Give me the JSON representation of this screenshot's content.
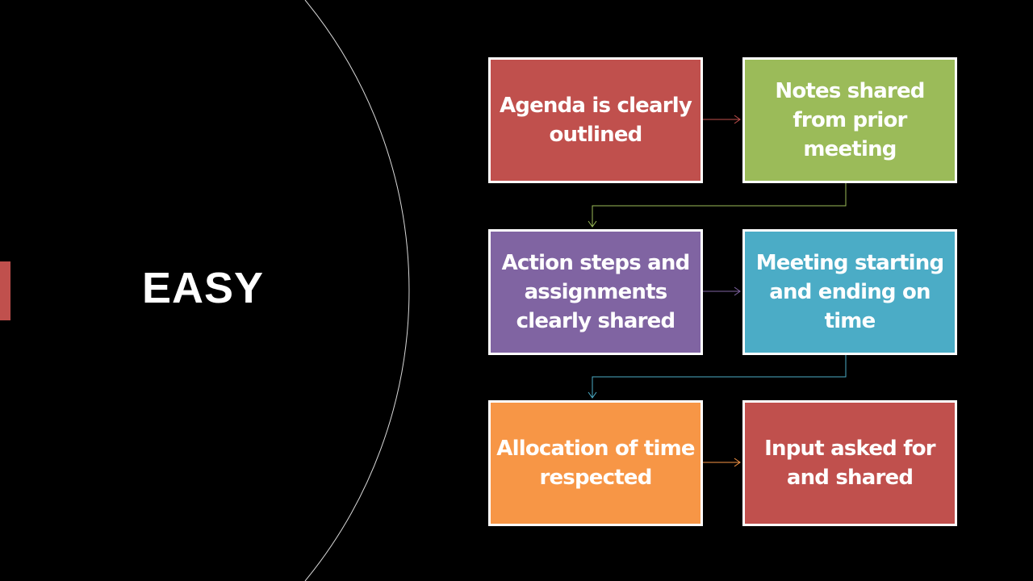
{
  "slide": {
    "title": "EASY"
  },
  "colors": {
    "red": "#c0504d",
    "green": "#9bbb59",
    "purple": "#8064a2",
    "teal": "#4bacc6",
    "orange": "#f79646"
  },
  "steps": [
    {
      "label": "Agenda is clearly outlined",
      "color": "#c0504d"
    },
    {
      "label": "Notes shared from prior meeting",
      "color": "#9bbb59"
    },
    {
      "label": "Action steps and assignments clearly shared",
      "color": "#8064a2"
    },
    {
      "label": "Meeting starting and ending on time",
      "color": "#4bacc6"
    },
    {
      "label": "Allocation of time respected",
      "color": "#f79646"
    },
    {
      "label": "Input asked for and shared",
      "color": "#c0504d"
    }
  ]
}
